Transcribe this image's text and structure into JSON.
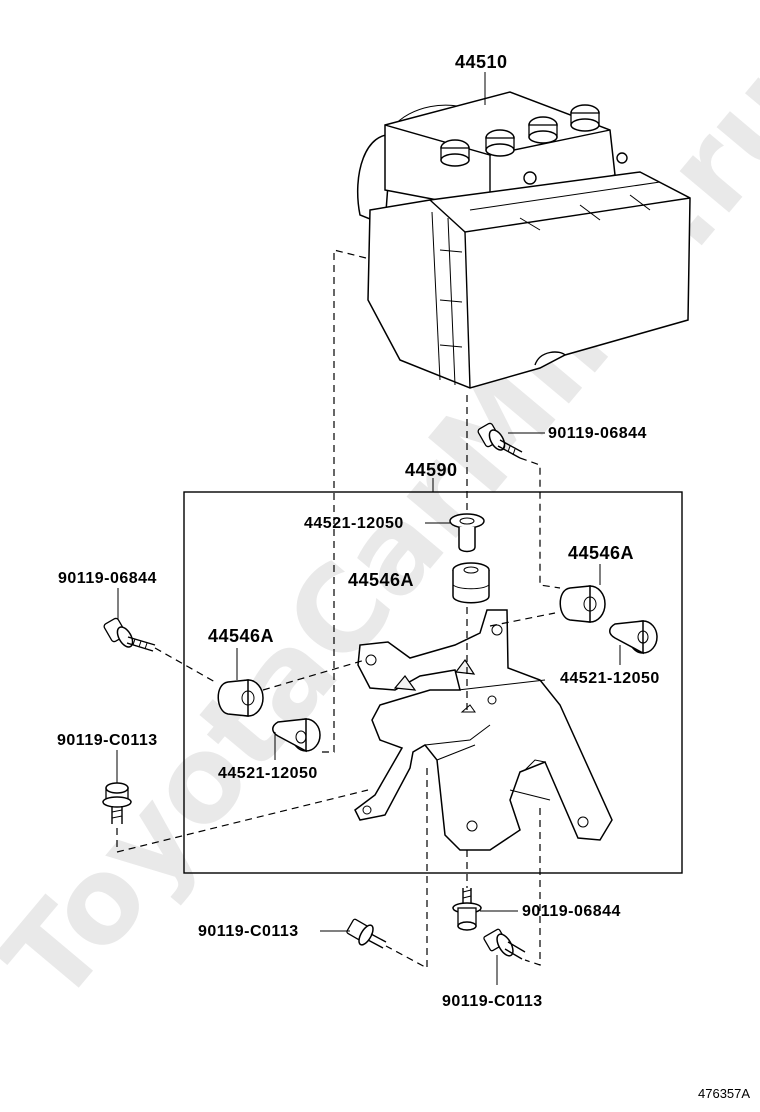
{
  "watermark": "ToyotaCarMine.ru",
  "reference_code": "476357A",
  "parts": {
    "abs_actuator": "44510",
    "bracket_assembly": "44590",
    "bolt_upper_right": "90119-06844",
    "bolt_left": "90119-06844",
    "bolt_bottom_center": "90119-06844",
    "screw_left": "90119-C0113",
    "screw_bottom_left": "90119-C0113",
    "screw_bottom_right": "90119-C0113",
    "collar_top": "44521-12050",
    "collar_right": "44521-12050",
    "collar_left": "44521-12050",
    "cushion_center": "44546A",
    "cushion_right": "44546A",
    "cushion_left": "44546A"
  }
}
